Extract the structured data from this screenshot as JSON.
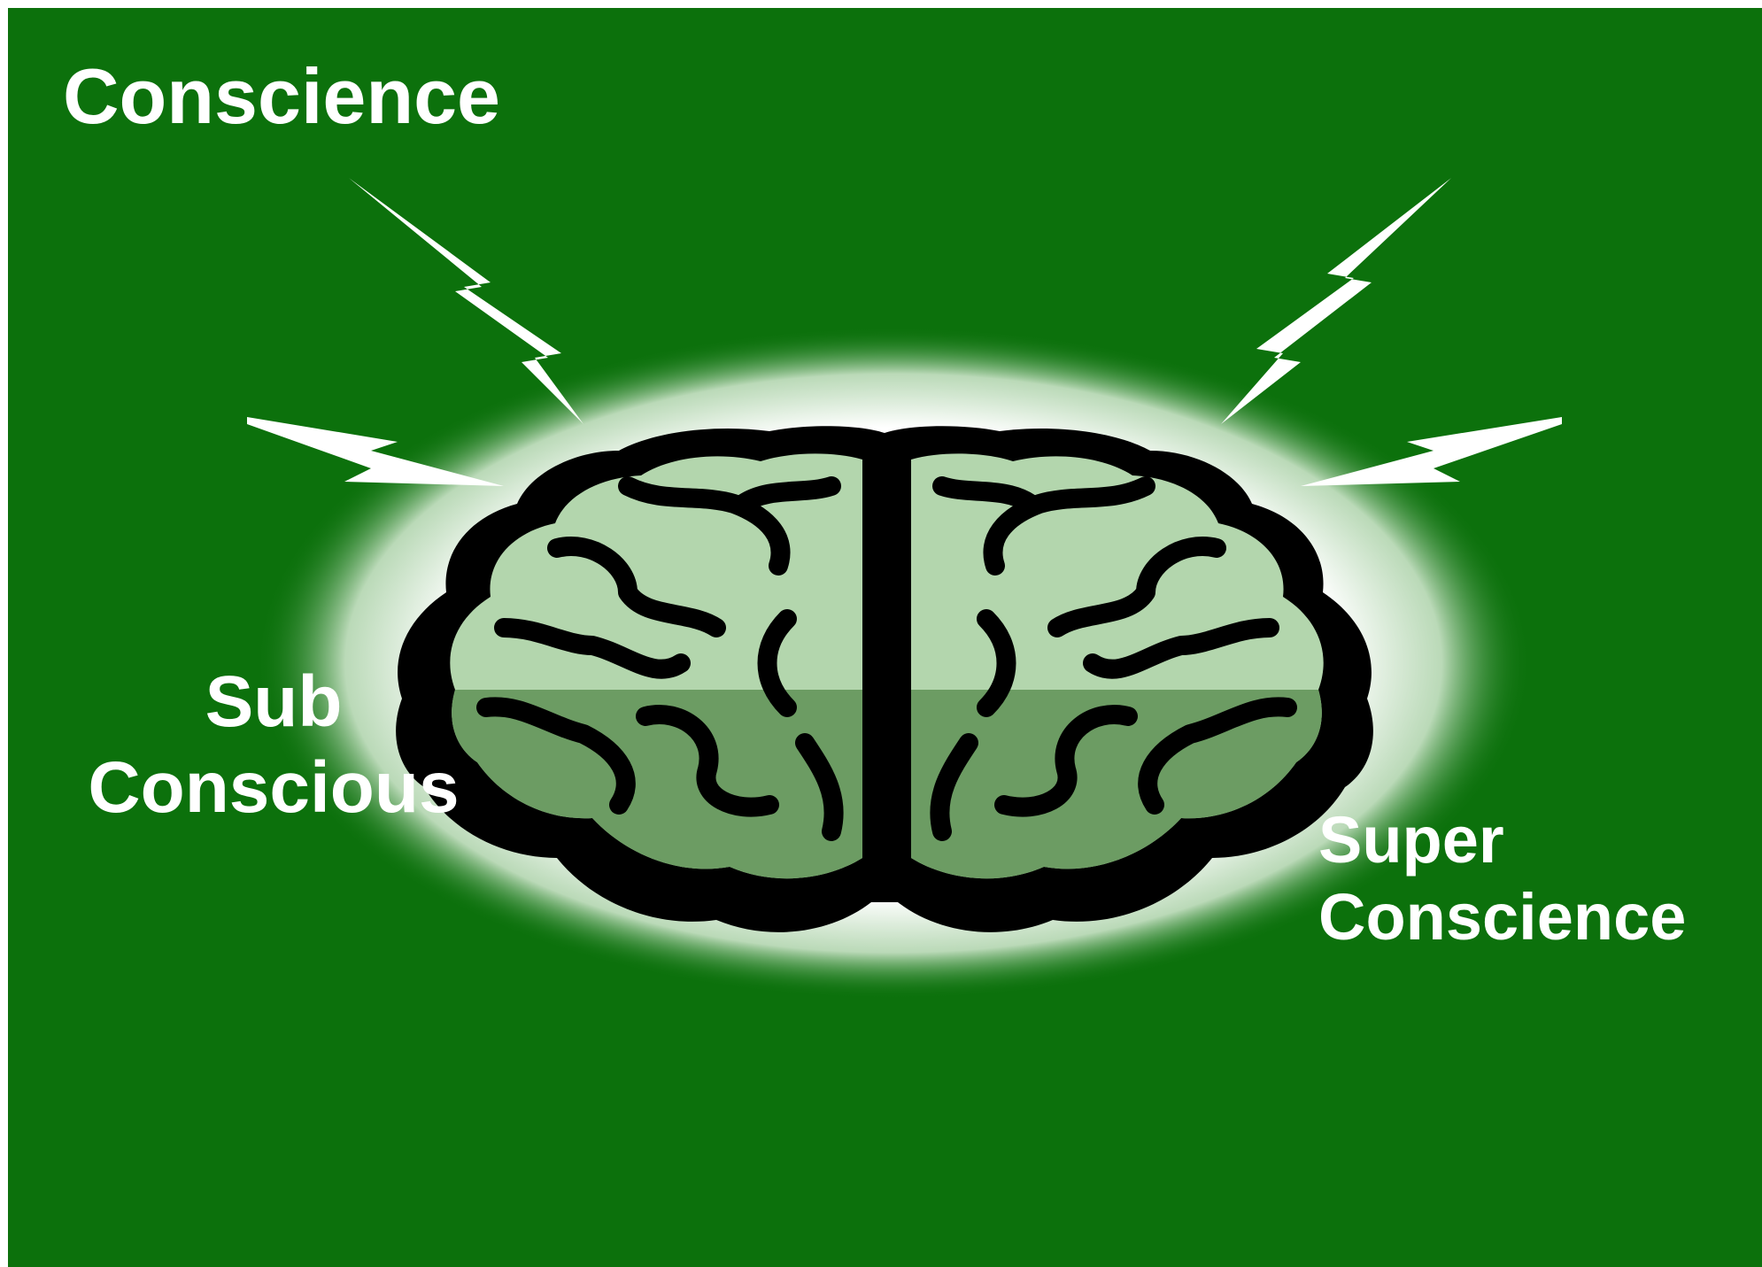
{
  "labels": {
    "conscience": "Conscience",
    "sub_line1": "Sub",
    "sub_line2": "Conscious",
    "super_line1": "Super",
    "super_line2": "Conscience"
  },
  "colors": {
    "background": "#0c710c",
    "glow": "#ffffff",
    "brain_light": "#b3d6ad",
    "brain_dark": "#6c9c63",
    "outline": "#000000",
    "text": "#ffffff"
  },
  "icons": [
    "brain-icon",
    "lightning-bolt-icon"
  ]
}
